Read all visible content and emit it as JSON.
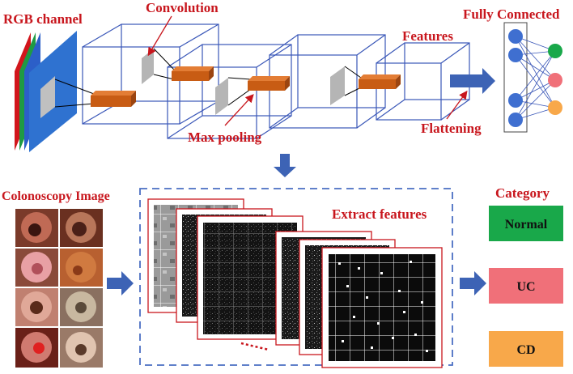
{
  "labels": {
    "rgb_channel": "RGB channel",
    "convolution": "Convolution",
    "fully_connected": "Fully Connected",
    "features": "Features",
    "max_pooling": "Max pooling",
    "flattening": "Flattening",
    "colonoscopy_image": "Colonoscopy Image",
    "extract_features": "Extract features",
    "category": "Category"
  },
  "categories": [
    {
      "label": "Normal",
      "color": "#19a84a"
    },
    {
      "label": "UC",
      "color": "#f07079"
    },
    {
      "label": "CD",
      "color": "#f8a84a"
    }
  ],
  "colors": {
    "label_red": "#c8161d",
    "cube_blue": "#3a57b8",
    "arrow_blue": "#3d63b5",
    "kernel_orange": "#c85c14",
    "dashed_box": "#4a6fc3",
    "feature_frame": "#c8161d"
  },
  "output_nodes": [
    "green",
    "red",
    "orange"
  ]
}
